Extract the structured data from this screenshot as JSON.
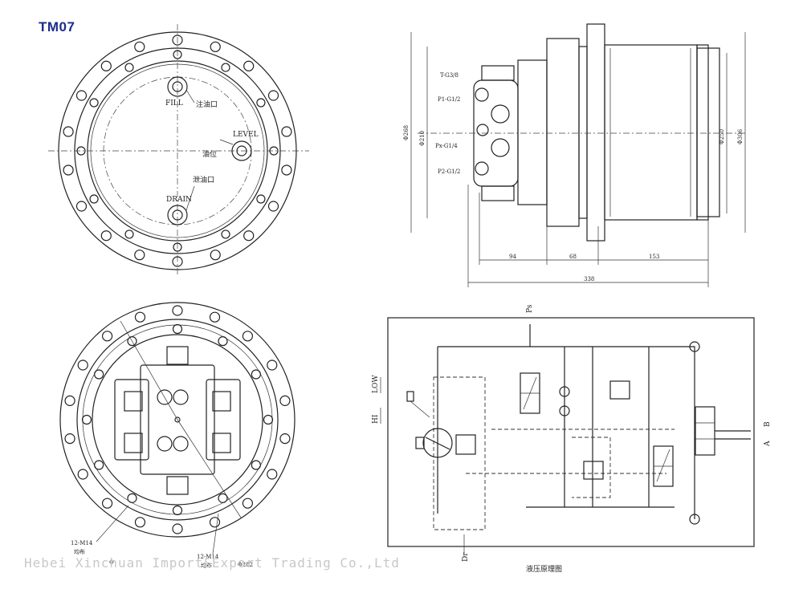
{
  "title": "TM07",
  "watermark": "Hebei Xinchuan Import&Export Trading Co.,Ltd",
  "front_view": {
    "fill": "FILL",
    "fill_cn": "注油口",
    "level": "LEVEL",
    "level_cn": "油位",
    "drain": "DRAIN",
    "drain_cn": "泄油口"
  },
  "side_view": {
    "ports": [
      "T-G3/8",
      "P1-G1/2",
      "Px-G1/4",
      "P2-G1/2"
    ],
    "dim_268": "Φ268",
    "dim_210": "Φ210",
    "dim_250": "Φ250",
    "dim_306": "Φ306",
    "dim_94": "94",
    "dim_68": "68",
    "dim_153": "153",
    "dim_338": "338"
  },
  "rear_view": {
    "bolt_left": "12-M14",
    "bolt_left_cn": "均布",
    "bolt_right": "12-M14",
    "bolt_right_cn": "均布",
    "pcd_left": "Φ",
    "pcd_right": "Φ282"
  },
  "hydraulic": {
    "ps": "Ps",
    "hi": "HI",
    "low": "LOW",
    "dr": "Dr",
    "a": "A",
    "b": "B",
    "caption": "液压原理图"
  }
}
